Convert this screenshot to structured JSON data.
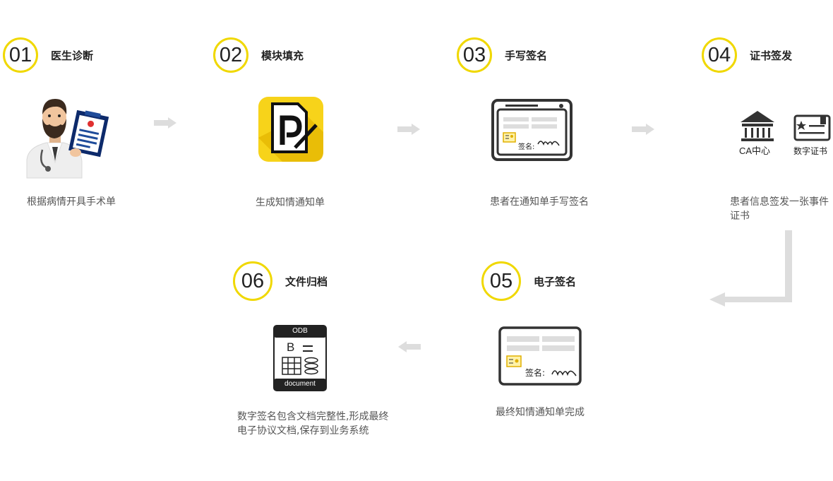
{
  "steps": [
    {
      "num": "01",
      "title": "医生诊断",
      "desc": "根据病情开具手术单"
    },
    {
      "num": "02",
      "title": "模块填充",
      "desc": "生成知情通知单"
    },
    {
      "num": "03",
      "title": "手写签名",
      "desc": "患者在通知单手写签名"
    },
    {
      "num": "04",
      "title": "证书签发",
      "desc": "患者信息签发一张事件证书"
    },
    {
      "num": "05",
      "title": "电子签名",
      "desc": "最终知情通知单完成"
    },
    {
      "num": "06",
      "title": "文件归档",
      "desc": "数字签名包含文档完整性,形成最终电子协议文档,保存到业务系统"
    }
  ],
  "labels": {
    "ca_center": "CA中心",
    "digital_cert": "数字证书",
    "sign_label": "签名:",
    "odb": "ODB",
    "odb_b": "B",
    "odb_doc": "document"
  },
  "colors": {
    "accent": "#f0d800",
    "arrow": "#dddddd",
    "dark": "#333333"
  }
}
